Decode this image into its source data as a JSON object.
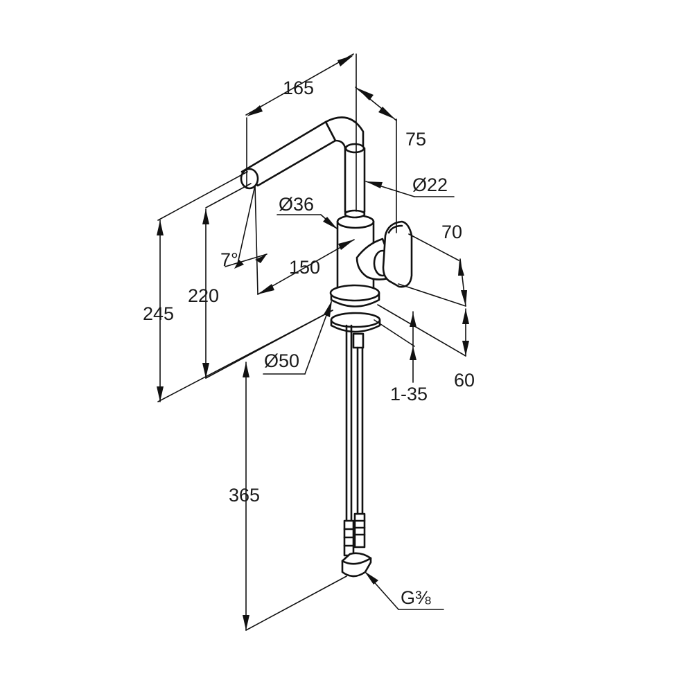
{
  "dimensions": {
    "spout_reach": "165",
    "spout_top_offset": "75",
    "spout_diameter": "Ø22",
    "body_diameter": "Ø36",
    "handle_depth": "70",
    "tilt_angle": "7°",
    "outlet_offset": "150",
    "total_height": "245",
    "outlet_height": "220",
    "base_diameter": "Ø50",
    "base_depth": "60",
    "worktop_thickness": "1-35",
    "hose_length": "365",
    "connection_thread": "G⅜"
  }
}
